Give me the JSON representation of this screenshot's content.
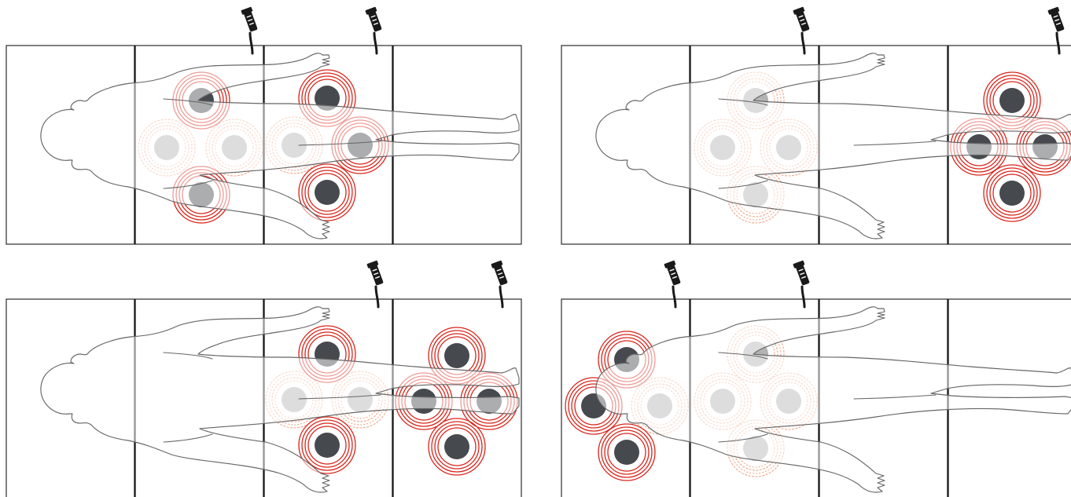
{
  "colors": {
    "active_ring": "#d9261c",
    "inactive_ring": "#f0a888",
    "active_coil": "#46494d",
    "inactive_coil": "#b3b3b3",
    "mat_outline": "#2b2b2b",
    "body_outline": "#666666",
    "cable": "#1a1a1a"
  },
  "configurations": [
    {
      "id": "top-left",
      "cable_connectors": 2,
      "coil_groups": [
        {
          "active": [
            "top",
            "bottom"
          ],
          "inactive": [
            "center-left",
            "center-right"
          ]
        },
        {
          "active": [
            "top",
            "bottom",
            "center-right"
          ],
          "inactive": [
            "center-left"
          ]
        }
      ]
    },
    {
      "id": "top-right",
      "cable_connectors": 2,
      "coil_groups": [
        {
          "active": [],
          "inactive": [
            "top",
            "bottom",
            "center-left",
            "center-right"
          ]
        },
        {
          "active": [
            "top",
            "bottom",
            "center-left",
            "center-right"
          ],
          "inactive": []
        }
      ]
    },
    {
      "id": "bottom-left",
      "cable_connectors": 2,
      "coil_groups": [
        {
          "active": [
            "top",
            "bottom"
          ],
          "inactive": [
            "center-left",
            "center-right"
          ]
        },
        {
          "active": [
            "top",
            "bottom",
            "center-left",
            "center-right"
          ],
          "inactive": []
        }
      ]
    },
    {
      "id": "bottom-right",
      "cable_connectors": 2,
      "coil_groups": [
        {
          "active": [
            "top",
            "bottom",
            "center-left"
          ],
          "inactive": [
            "center-right"
          ]
        },
        {
          "active": [],
          "inactive": [
            "top",
            "bottom",
            "center-left",
            "center-right"
          ]
        }
      ]
    }
  ]
}
